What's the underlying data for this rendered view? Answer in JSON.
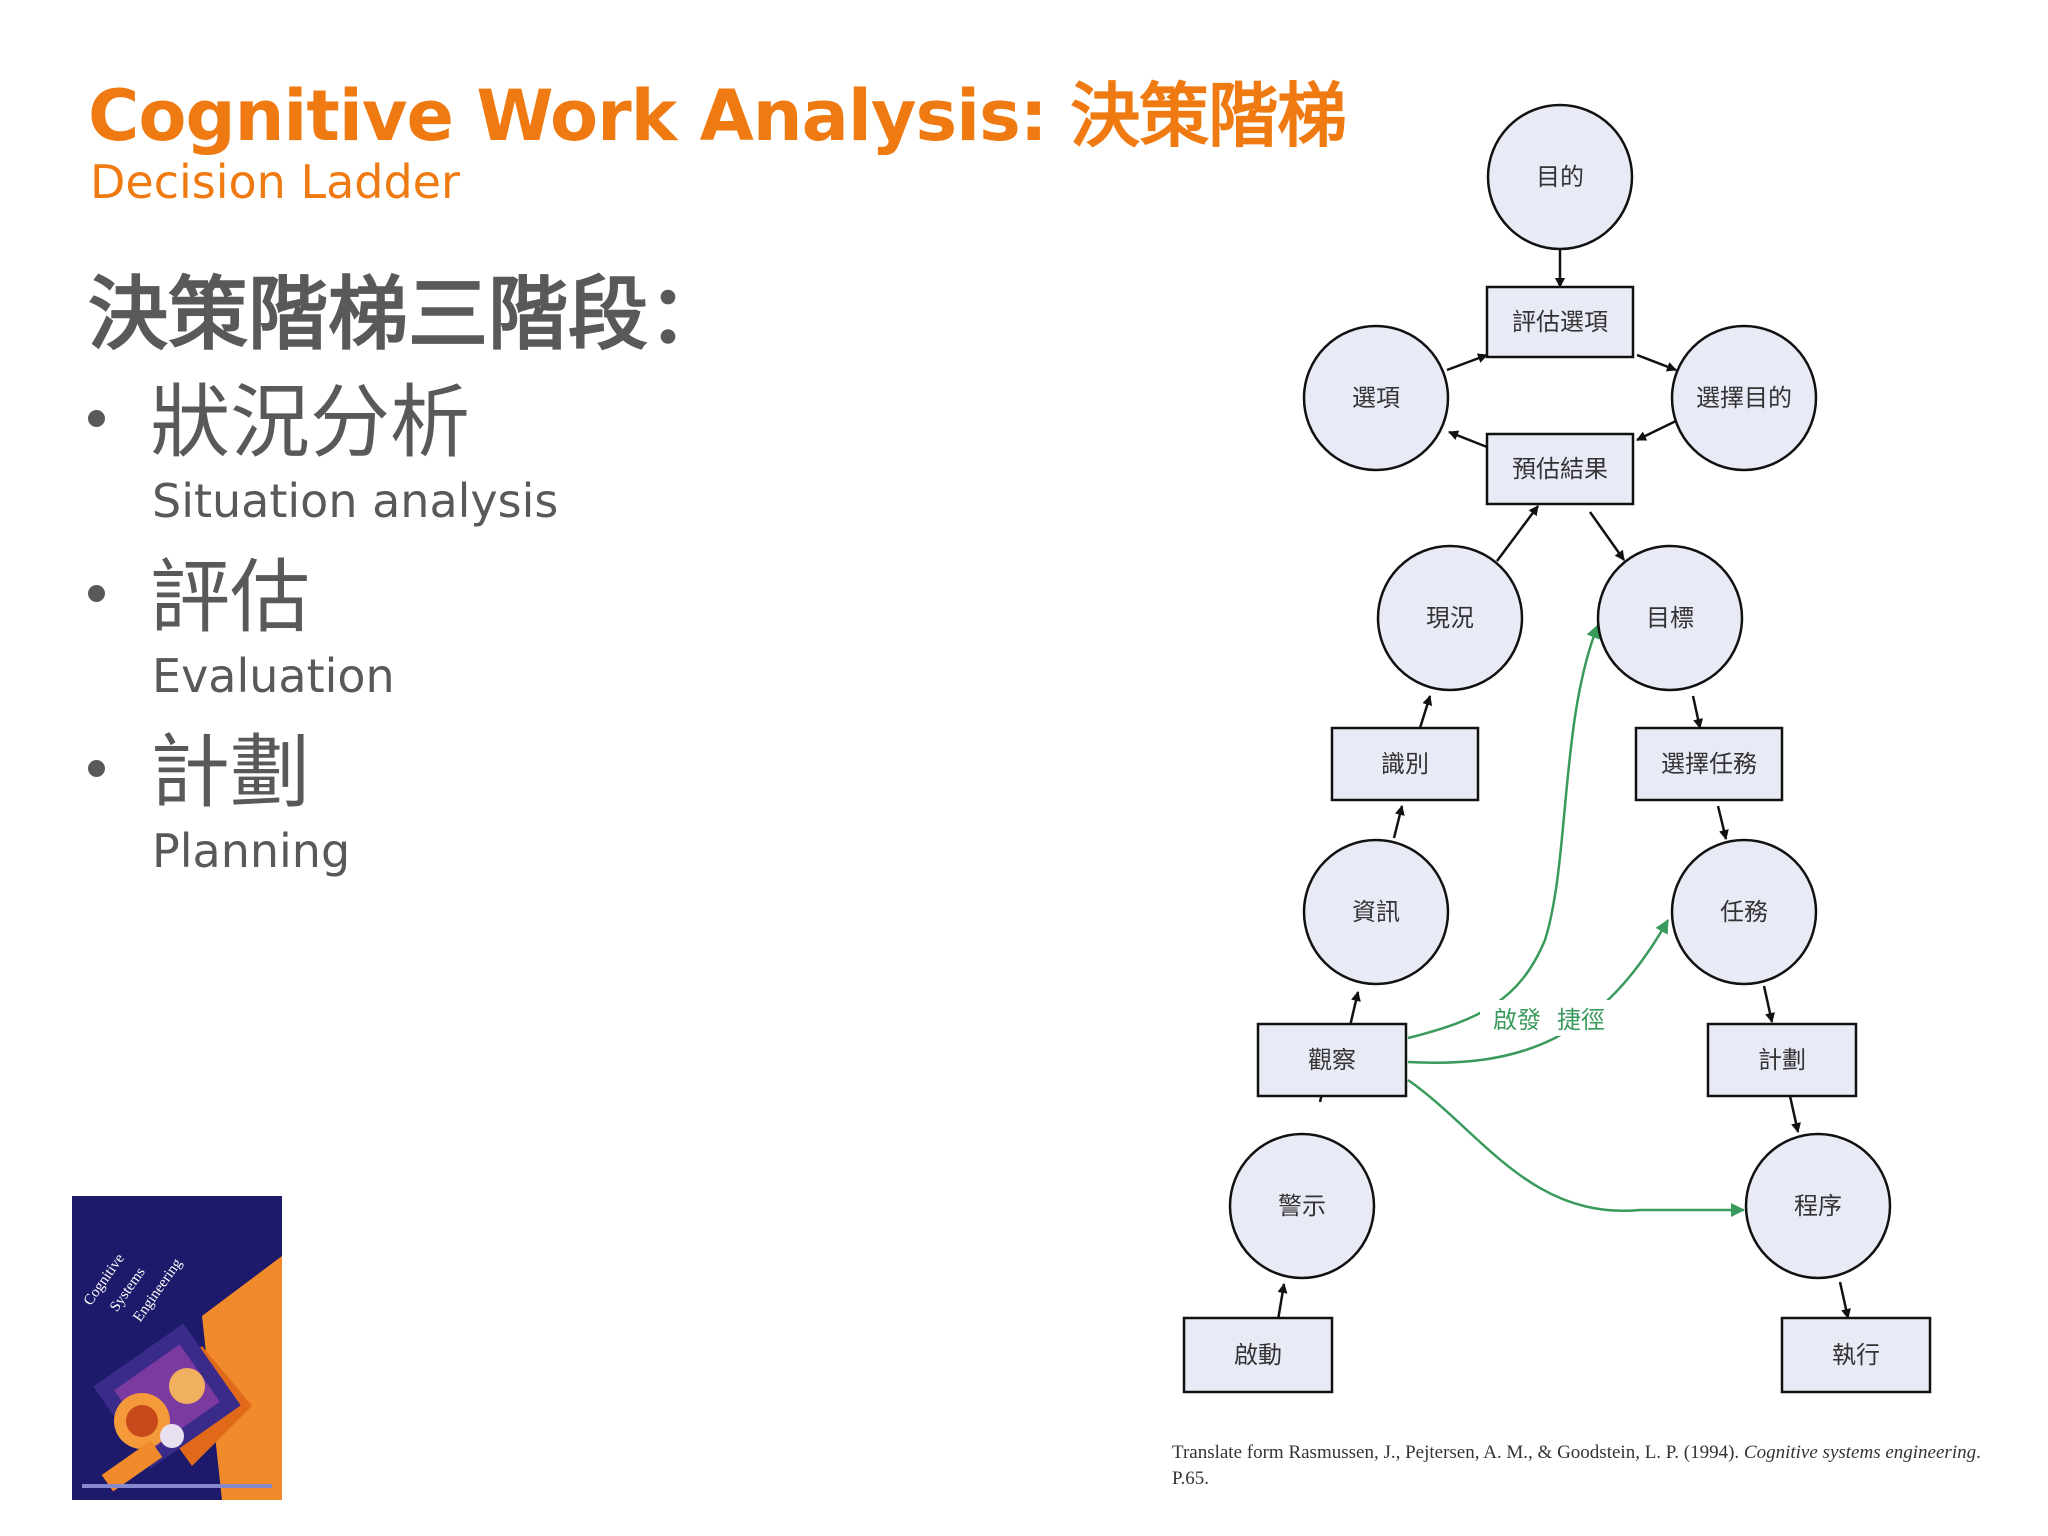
{
  "title": "Cognitive Work Analysis: 決策階梯",
  "subtitle": "Decision Ladder",
  "heading": "決策階梯三階段：",
  "bullets": [
    {
      "zh": "狀況分析",
      "en": "Situation analysis"
    },
    {
      "zh": "評估",
      "en": "Evaluation"
    },
    {
      "zh": "計劃",
      "en": "Planning"
    }
  ],
  "book": {
    "title_lines": [
      "Cognitive",
      "Systems",
      "Engineering"
    ]
  },
  "diagram": {
    "nodes": {
      "goal": "目的",
      "evaluate_options": "評估選項",
      "options": "選項",
      "choose_goal": "選擇目的",
      "predict_results": "預估結果",
      "state": "現況",
      "target": "目標",
      "identify": "識別",
      "select_task": "選擇任務",
      "information": "資訊",
      "task": "任務",
      "observe": "觀察",
      "plan": "計劃",
      "alert": "警示",
      "procedure": "程序",
      "activate": "啟動",
      "execute": "執行"
    },
    "shortcut_label_1": "啟發",
    "shortcut_label_2": "捷徑"
  },
  "caption": {
    "text": "Translate form Rasmussen, J., Pejtersen, A. M., & Goodstein, L. P. (1994). ",
    "italic": "Cognitive systems engineering",
    "suffix": ". P.65."
  },
  "colors": {
    "accent": "#f07a12",
    "text": "#595959",
    "node_fill": "#e8eaf6",
    "shortcut": "#3a9a5c"
  }
}
